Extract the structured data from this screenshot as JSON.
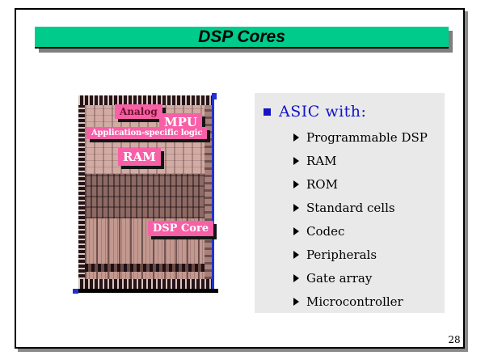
{
  "slide": {
    "title": "DSP Cores",
    "page_number": "28"
  },
  "colors": {
    "title_bar_green": "#00CB8A",
    "panel_gray": "#E9E9E9",
    "heading_blue": "#1414C8",
    "label_pink": "#F75FA7",
    "label_text_light": "#FFFFFF",
    "label_text_dark": "#6B1227",
    "photo_frame_blue": "#2430D0",
    "shadow_gray": "#7F7F7F"
  },
  "chip_figure": {
    "labels": [
      {
        "id": "analog",
        "text": "Analog"
      },
      {
        "id": "mpu",
        "text": "MPU"
      },
      {
        "id": "application-specific-logic",
        "text": "Application-specific logic"
      },
      {
        "id": "ram",
        "text": "RAM"
      },
      {
        "id": "dsp-core",
        "text": "DSP Core"
      }
    ]
  },
  "bullet_list": {
    "heading": "ASIC with:",
    "items": [
      "Programmable DSP",
      "RAM",
      "ROM",
      "Standard cells",
      "Codec",
      "Peripherals",
      "Gate array",
      "Microcontroller"
    ]
  }
}
